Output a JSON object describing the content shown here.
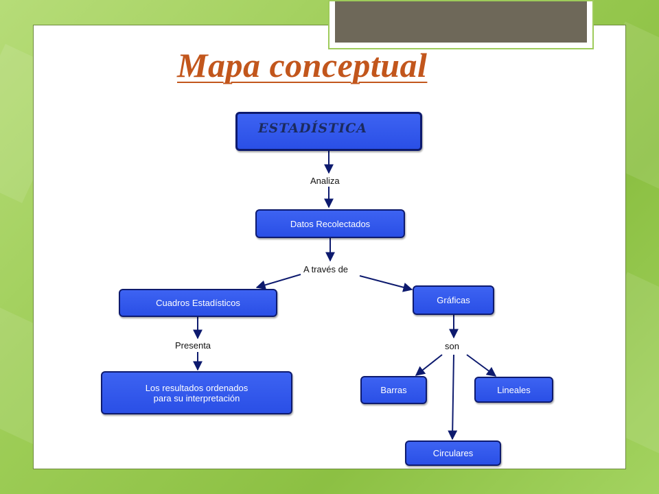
{
  "title": "Mapa conceptual",
  "nodes": {
    "estadistica": "ESTADÍSTICA",
    "datos": "Datos Recolectados",
    "cuadros": "Cuadros Estadísticos",
    "graficas": "Gráficas",
    "resultados": "Los resultados ordenados\npara su interpretación",
    "barras": "Barras",
    "lineales": "Lineales",
    "circulares": "Circulares"
  },
  "links": {
    "analiza": "Analiza",
    "a_traves_de": "A través de",
    "presenta": "Presenta",
    "son": "son"
  },
  "colors": {
    "title": "#c2561c",
    "node_fill": "#2f55ec",
    "node_border": "#0d1a6e",
    "arrow": "#0d1a6e"
  }
}
